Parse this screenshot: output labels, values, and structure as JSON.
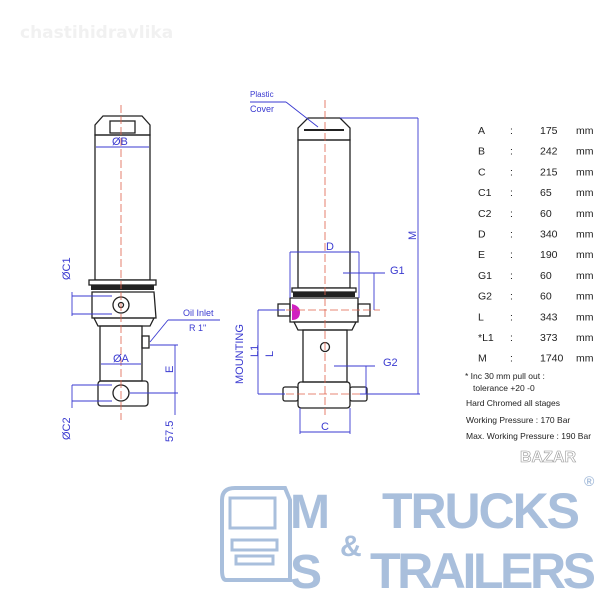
{
  "watermark": "chastihidravlika",
  "drawing": {
    "left_labels": {
      "dia_b": "ØB",
      "dia_c1": "ØC1",
      "dia_a": "ØA",
      "dia_c2": "ØC2",
      "e": "E",
      "dim_57_5": "57.5",
      "oil_inlet": "Oil Inlet",
      "oil_inlet_size": "R 1\""
    },
    "right_labels": {
      "cover_1": "Plastic",
      "cover_2": "Cover",
      "m": "M",
      "d": "D",
      "g1": "G1",
      "g2": "G2",
      "l1": "L1",
      "l": "L",
      "mounting": "MOUNTING",
      "c": "C"
    }
  },
  "specs": {
    "unit": "mm",
    "rows": [
      {
        "key": "A",
        "value": "175"
      },
      {
        "key": "B",
        "value": "242"
      },
      {
        "key": "C",
        "value": "215"
      },
      {
        "key": "C1",
        "value": "65"
      },
      {
        "key": "C2",
        "value": "60"
      },
      {
        "key": "D",
        "value": "340"
      },
      {
        "key": "E",
        "value": "190"
      },
      {
        "key": "G1",
        "value": "60"
      },
      {
        "key": "G2",
        "value": "60"
      },
      {
        "key": "L",
        "value": "343"
      },
      {
        "key": "*L1",
        "value": "373"
      },
      {
        "key": "M",
        "value": "1740"
      }
    ],
    "note_1": "* Inc 30 mm pull out :",
    "note_2": "tolerance +20 -0",
    "chromed": "Hard Chromed all stages",
    "working_pressure": "Working Pressure : 170 Bar",
    "max_pressure": "Max. Working Pressure : 190 Bar"
  },
  "logo": {
    "m": "M",
    "s": "S",
    "trucks": "TRUCKS",
    "amp": "&",
    "trailers": "TRAILERS",
    "registered": "®",
    "badge": "BAZAR"
  },
  "colors": {
    "dimension": "#3a3ad0",
    "centerline": "#e0604a",
    "logo": "#a9bfdc"
  }
}
